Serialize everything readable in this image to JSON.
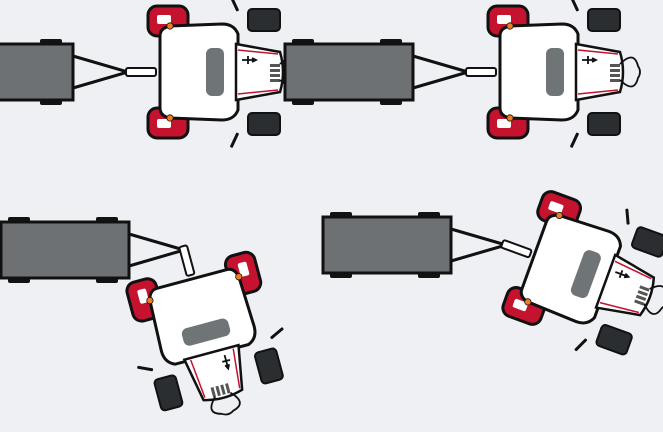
{
  "diagram": {
    "background": "#eef0f3",
    "colors": {
      "trailer": "#6d7173",
      "trailer_wheel": "#121314",
      "outline": "#111111",
      "tractor_body": "#ffffff",
      "wheel_red": "#c4122f",
      "wheel_dark": "#2a2e31",
      "cab_glass": "#6f7476",
      "lamp": "#f07d1c"
    },
    "panels": [
      {
        "id": "panel-1",
        "trailer_angle_deg": 0,
        "tractor_angle_deg": 0
      },
      {
        "id": "panel-2",
        "trailer_angle_deg": 0,
        "tractor_angle_deg": 0
      },
      {
        "id": "panel-3",
        "trailer_angle_deg": 0,
        "tractor_angle_deg": 75
      },
      {
        "id": "panel-4",
        "trailer_angle_deg": 0,
        "tractor_angle_deg": 20
      }
    ]
  }
}
